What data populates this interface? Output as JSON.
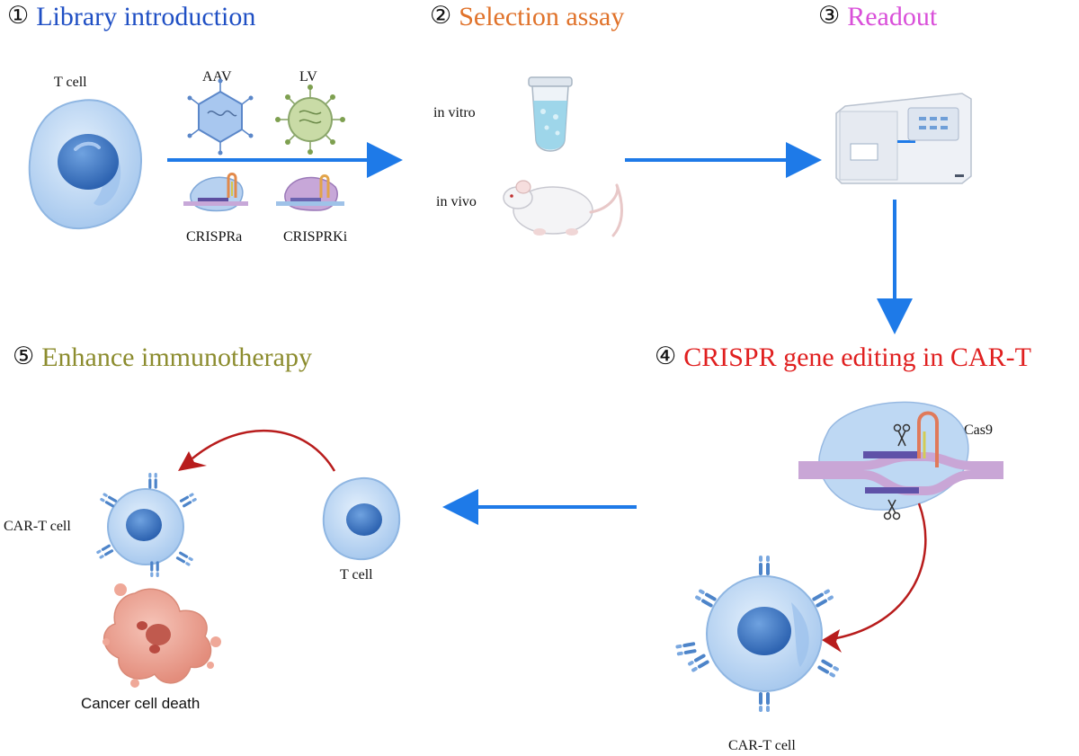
{
  "steps": [
    {
      "num": "①",
      "title": "Library introduction",
      "color": "#1f4fc4"
    },
    {
      "num": "②",
      "title": "Selection assay",
      "color": "#e0722a"
    },
    {
      "num": "③",
      "title": "Readout",
      "color": "#d94fd9"
    },
    {
      "num": "④",
      "title": "CRISPR gene editing in CAR-T",
      "color": "#e02020"
    },
    {
      "num": "⑤",
      "title": "Enhance immunotherapy",
      "color": "#8c8c2e"
    }
  ],
  "labels": {
    "t_cell_top": "T cell",
    "aav": "AAV",
    "lv": "LV",
    "crispra": "CRISPRa",
    "crisprki": "CRISPRKi",
    "in_vitro": "in vitro",
    "in_vivo": "in vivo",
    "cas9": "Cas9",
    "car_t_cell_bottom": "CAR-T cell",
    "t_cell_mid": "T cell",
    "car_t_cell_left": "CAR-T cell",
    "cancer_cell_death": "Cancer cell death"
  },
  "colors": {
    "flow_arrow": "#1e7ae8",
    "curve_arrow": "#b81c1c",
    "cell_fill": "#bcd7f3",
    "nucleus": "#3f7bc8"
  }
}
